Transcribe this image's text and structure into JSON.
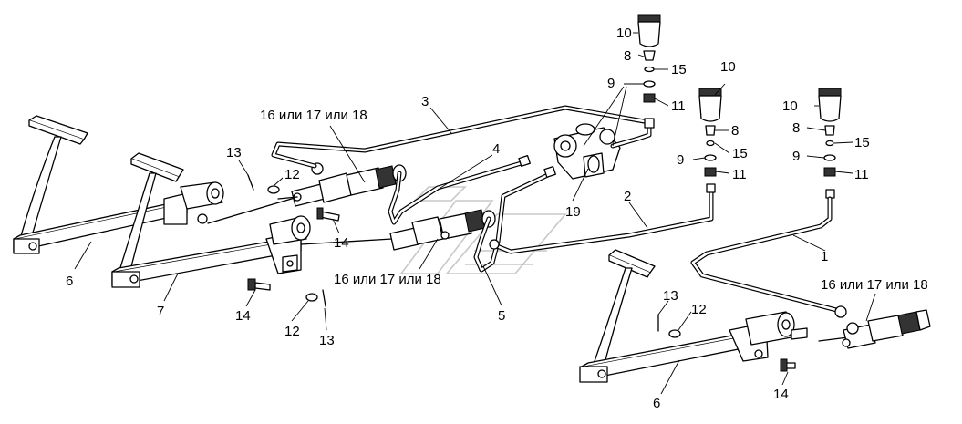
{
  "labels": {
    "l_10a": "10",
    "l_8a": "8",
    "l_15a": "15",
    "l_9a": "9",
    "l_11a": "11",
    "l_10b": "10",
    "l_8b": "8",
    "l_15b": "15",
    "l_9b": "9",
    "l_11b": "11",
    "l_10c": "10",
    "l_8c": "8",
    "l_15c": "15",
    "l_9c": "9",
    "l_11c": "11",
    "l_3": "3",
    "l_16a": "16 или 17 или 18",
    "l_16b": "16 или 17 или 18",
    "l_16c": "16 или 17 или 18",
    "l_4": "4",
    "l_19": "19",
    "l_2": "2",
    "l_1": "1",
    "l_13a": "13",
    "l_12a": "12",
    "l_14a": "14",
    "l_6a": "6",
    "l_7": "7",
    "l_14b": "14",
    "l_12b": "12",
    "l_13b": "13",
    "l_5": "5",
    "l_13c": "13",
    "l_12c": "12",
    "l_6b": "6",
    "l_14c": "14"
  }
}
